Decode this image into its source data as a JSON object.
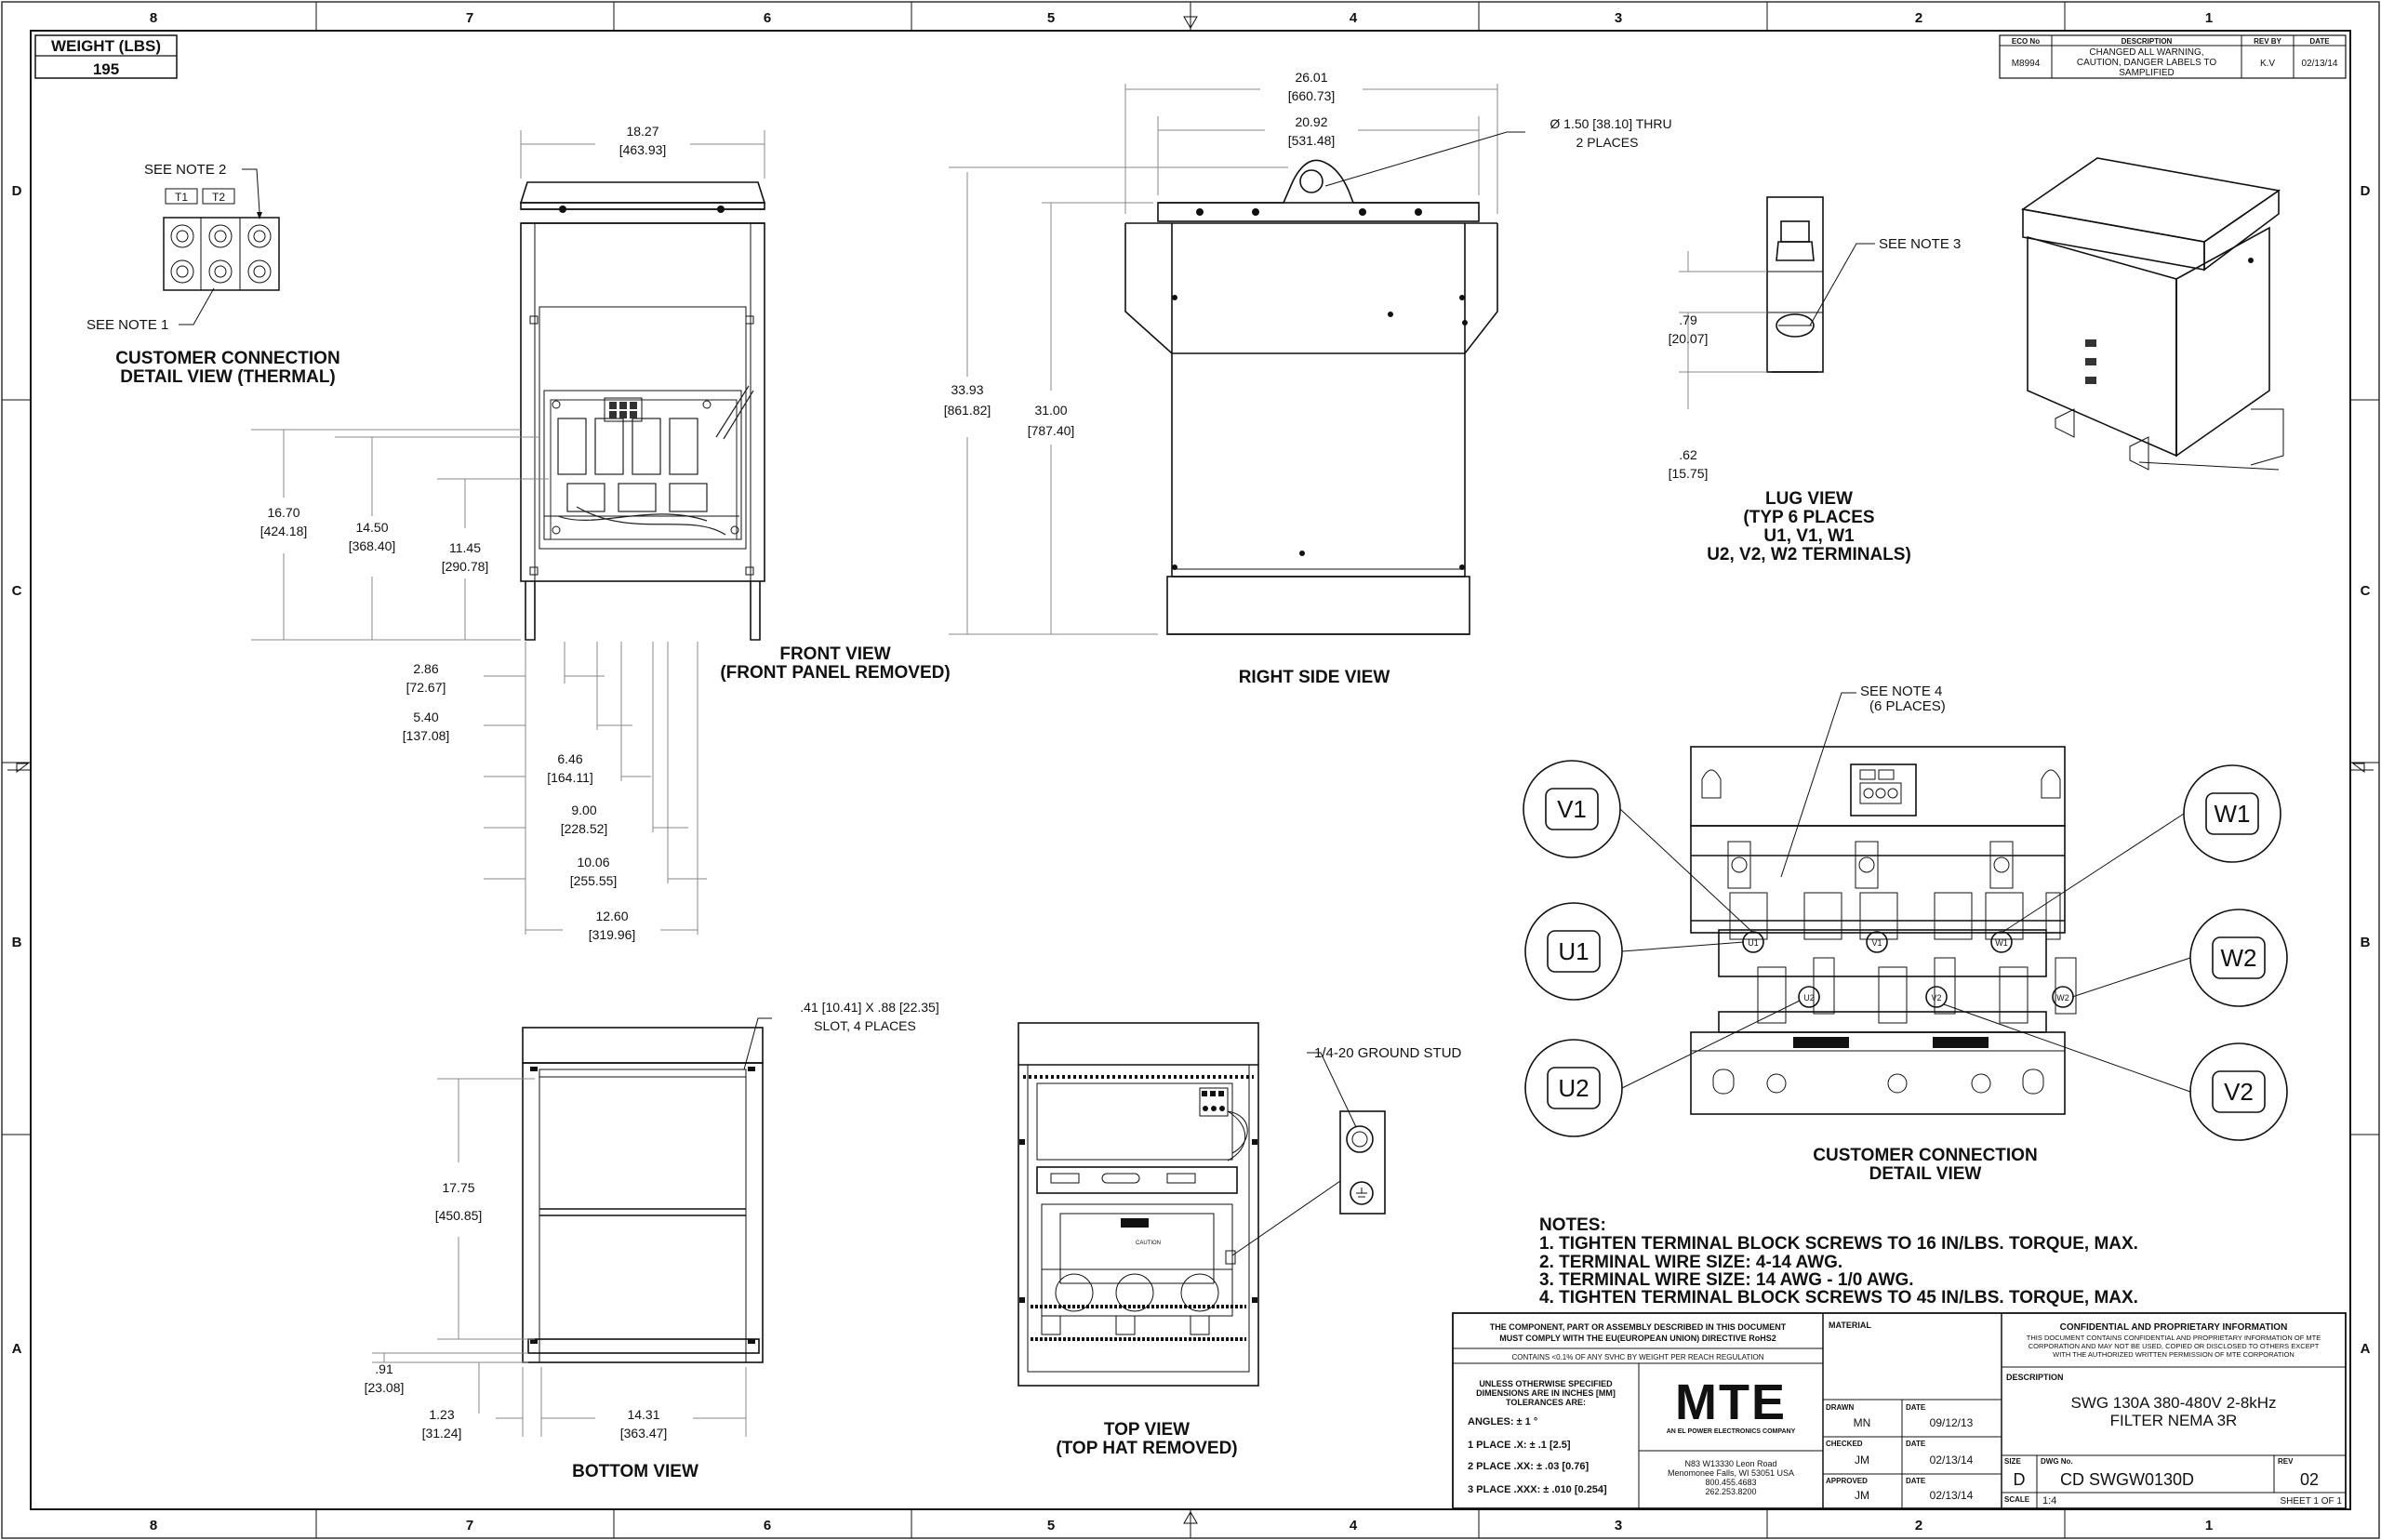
{
  "sheet": {
    "zone_cols_top": [
      "8",
      "7",
      "6",
      "5",
      "4",
      "3",
      "2",
      "1"
    ],
    "zone_rows": [
      "D",
      "C",
      "B",
      "A"
    ]
  },
  "weight": {
    "label": "WEIGHT (LBS)",
    "value": "195"
  },
  "revision_table": {
    "headers": [
      "ECO No",
      "DESCRIPTION",
      "REV BY",
      "DATE"
    ],
    "row": {
      "eco": "M8994",
      "desc1": "CHANGED ALL WARNING,",
      "desc2": "CAUTION, DANGER LABELS TO",
      "desc3": "SAMPLIFIED",
      "by": "K.V",
      "date": "02/13/14"
    }
  },
  "detail_thermal": {
    "note2": "SEE NOTE 2",
    "note1": "SEE NOTE 1",
    "t1": "T1",
    "t2": "T2",
    "title1": "CUSTOMER CONNECTION",
    "title2": "DETAIL VIEW (THERMAL)"
  },
  "front_view": {
    "title1": "FRONT VIEW",
    "title2": "(FRONT PANEL REMOVED)",
    "dims": {
      "w_in": "18.27",
      "w_mm": "[463.93]",
      "h1_in": "16.70",
      "h1_mm": "[424.18]",
      "h2_in": "14.50",
      "h2_mm": "[368.40]",
      "h3_in": "11.45",
      "h3_mm": "[290.78]",
      "d1_in": "2.86",
      "d1_mm": "[72.67]",
      "d2_in": "5.40",
      "d2_mm": "[137.08]",
      "d3_in": "6.46",
      "d3_mm": "[164.11]",
      "d4_in": "9.00",
      "d4_mm": "[228.52]",
      "d5_in": "10.06",
      "d5_mm": "[255.55]",
      "d6_in": "12.60",
      "d6_mm": "[319.96]"
    }
  },
  "side_view": {
    "title": "RIGHT SIDE VIEW",
    "dims": {
      "w1_in": "26.01",
      "w1_mm": "[660.73]",
      "w2_in": "20.92",
      "w2_mm": "[531.48]",
      "hole1": "Ø 1.50 [38.10] THRU",
      "hole2": "2 PLACES",
      "h1_in": "33.93",
      "h1_mm": "[861.82]",
      "h2_in": "31.00",
      "h2_mm": "[787.40]"
    }
  },
  "lug_view": {
    "note": "SEE NOTE 3",
    "d1_in": ".79",
    "d1_mm": "[20.07]",
    "d2_in": ".62",
    "d2_mm": "[15.75]",
    "title1": "LUG VIEW",
    "title2": "(TYP 6 PLACES",
    "title3": "U1, V1, W1",
    "title4": "U2, V2, W2 TERMINALS)"
  },
  "connection_detail": {
    "note": "SEE NOTE 4",
    "note_places": "(6 PLACES)",
    "bubbles": [
      "V1",
      "W1",
      "U1",
      "W2",
      "U2",
      "V2"
    ],
    "title1": "CUSTOMER CONNECTION",
    "title2": "DETAIL VIEW"
  },
  "bottom_view": {
    "title": "BOTTOM VIEW",
    "slot1": ".41 [10.41] X .88 [22.35]",
    "slot2": "SLOT, 4 PLACES",
    "d1_in": "17.75",
    "d1_mm": "[450.85]",
    "d2_in": ".91",
    "d2_mm": "[23.08]",
    "d3_in": "1.23",
    "d3_mm": "[31.24]",
    "d4_in": "14.31",
    "d4_mm": "[363.47]"
  },
  "top_view": {
    "title1": "TOP VIEW",
    "title2": "(TOP HAT REMOVED)",
    "ground": "1/4-20 GROUND STUD"
  },
  "notes": {
    "heading": "NOTES:",
    "items": [
      "1.  TIGHTEN TERMINAL BLOCK SCREWS TO 16 IN/LBS. TORQUE, MAX.",
      "2.  TERMINAL WIRE SIZE: 4-14 AWG.",
      "3.  TERMINAL WIRE SIZE: 14 AWG - 1/0 AWG.",
      "4.  TIGHTEN TERMINAL BLOCK SCREWS TO 45 IN/LBS. TORQUE, MAX."
    ]
  },
  "title_block": {
    "rohs1": "THE COMPONENT, PART OR ASSEMBLY DESCRIBED IN THIS DOCUMENT",
    "rohs2": "MUST COMPLY WITH THE EU(EUROPEAN UNION) DIRECTIVE RoHS2",
    "reach": "CONTAINS <0.1% OF ANY SVHC BY WEIGHT PER REACH REGULATION",
    "tol1": "UNLESS OTHERWISE SPECIFIED",
    "tol2": "DIMENSIONS ARE IN INCHES [MM]",
    "tol3": "TOLERANCES ARE:",
    "angles": "ANGLES: ± 1 °",
    "place1": "1 PLACE .X: ± .1 [2.5]",
    "place2": "2 PLACE .XX: ± .03 [0.76]",
    "place3": "3 PLACE .XXX: ± .010 [0.254]",
    "logo": "MTE",
    "logo_sub": "AN EL POWER ELECTRONICS COMPANY",
    "addr1": "N83 W13330 Leon Road",
    "addr2": "Menomonee Falls, WI 53051 USA",
    "addr3": "800.455.4683",
    "addr4": "262.253.8200",
    "material": "MATERIAL",
    "drawn": "DRAWN",
    "drawn_by": "MN",
    "drawn_date": "09/12/13",
    "checked": "CHECKED",
    "checked_by": "JM",
    "checked_date": "02/13/14",
    "approved": "APPROVED",
    "approved_by": "JM",
    "approved_date": "02/13/14",
    "date_label": "DATE",
    "conf1": "CONFIDENTIAL AND PROPRIETARY INFORMATION",
    "conf2": "THIS DOCUMENT CONTAINS CONFIDENTIAL AND PROPRIETARY INFORMATION OF MTE",
    "conf3": "CORPORATION AND MAY NOT BE USED, COPIED OR DISCLOSED TO OTHERS EXCEPT",
    "conf4": "WITH THE AUTHORIZED WRITTEN PERMISSION OF MTE CORPORATION",
    "description_label": "DESCRIPTION",
    "desc1": "SWG 130A 380-480V 2-8kHz",
    "desc2": "FILTER NEMA 3R",
    "size_label": "SIZE",
    "size": "D",
    "dwg_label": "DWG No.",
    "dwg": "CD SWGW0130D",
    "rev_label": "REV",
    "rev": "02",
    "scale_label": "SCALE",
    "scale": "1:4",
    "sheet": "SHEET 1 OF 1"
  }
}
